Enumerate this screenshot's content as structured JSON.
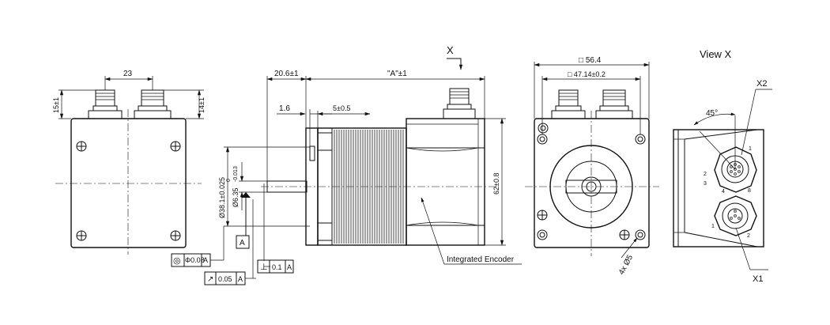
{
  "dimensions": {
    "front_connector_spacing": "23",
    "front_connector_height": "15±1",
    "front_connector_height_right": "14±1",
    "side_flange_offset": "20.6±1",
    "side_length_a": "\"A\"±1",
    "side_pilot": "1.6",
    "side_step": "5±0.5",
    "side_pilot_diameter": "Ø38.1±0.025",
    "side_shaft_diameter": "Ø6.35",
    "side_shaft_tol_upper": "0",
    "side_shaft_tol_lower": "-0.013",
    "side_height": "62±0.8",
    "end_square": "□ 56.4",
    "end_hole_square": "□ 47.14±0.2",
    "end_holes": "4x Ø5"
  },
  "labels": {
    "view_arrow": "X",
    "view_title": "View X",
    "datum": "A",
    "integrated_encoder": "Integrated Encoder",
    "angle": "45°",
    "connector_x1": "X1",
    "connector_x2": "X2"
  },
  "tolerance_frames": {
    "concentricity": {
      "symbol": "◎",
      "value": "Φ0.08",
      "datum": "A"
    },
    "runout": {
      "symbol": "↗",
      "value": "0.05",
      "datum": "A"
    },
    "perpendicularity": {
      "symbol": "⊥",
      "value": "0.1",
      "datum": "A"
    }
  },
  "pin_numbers": {
    "x2": [
      "1",
      "2",
      "3",
      "4",
      "8"
    ],
    "x1": [
      "1",
      "2"
    ]
  },
  "colors": {
    "line": "#111111",
    "background": "#ffffff",
    "shading": "#bbbbbb"
  }
}
